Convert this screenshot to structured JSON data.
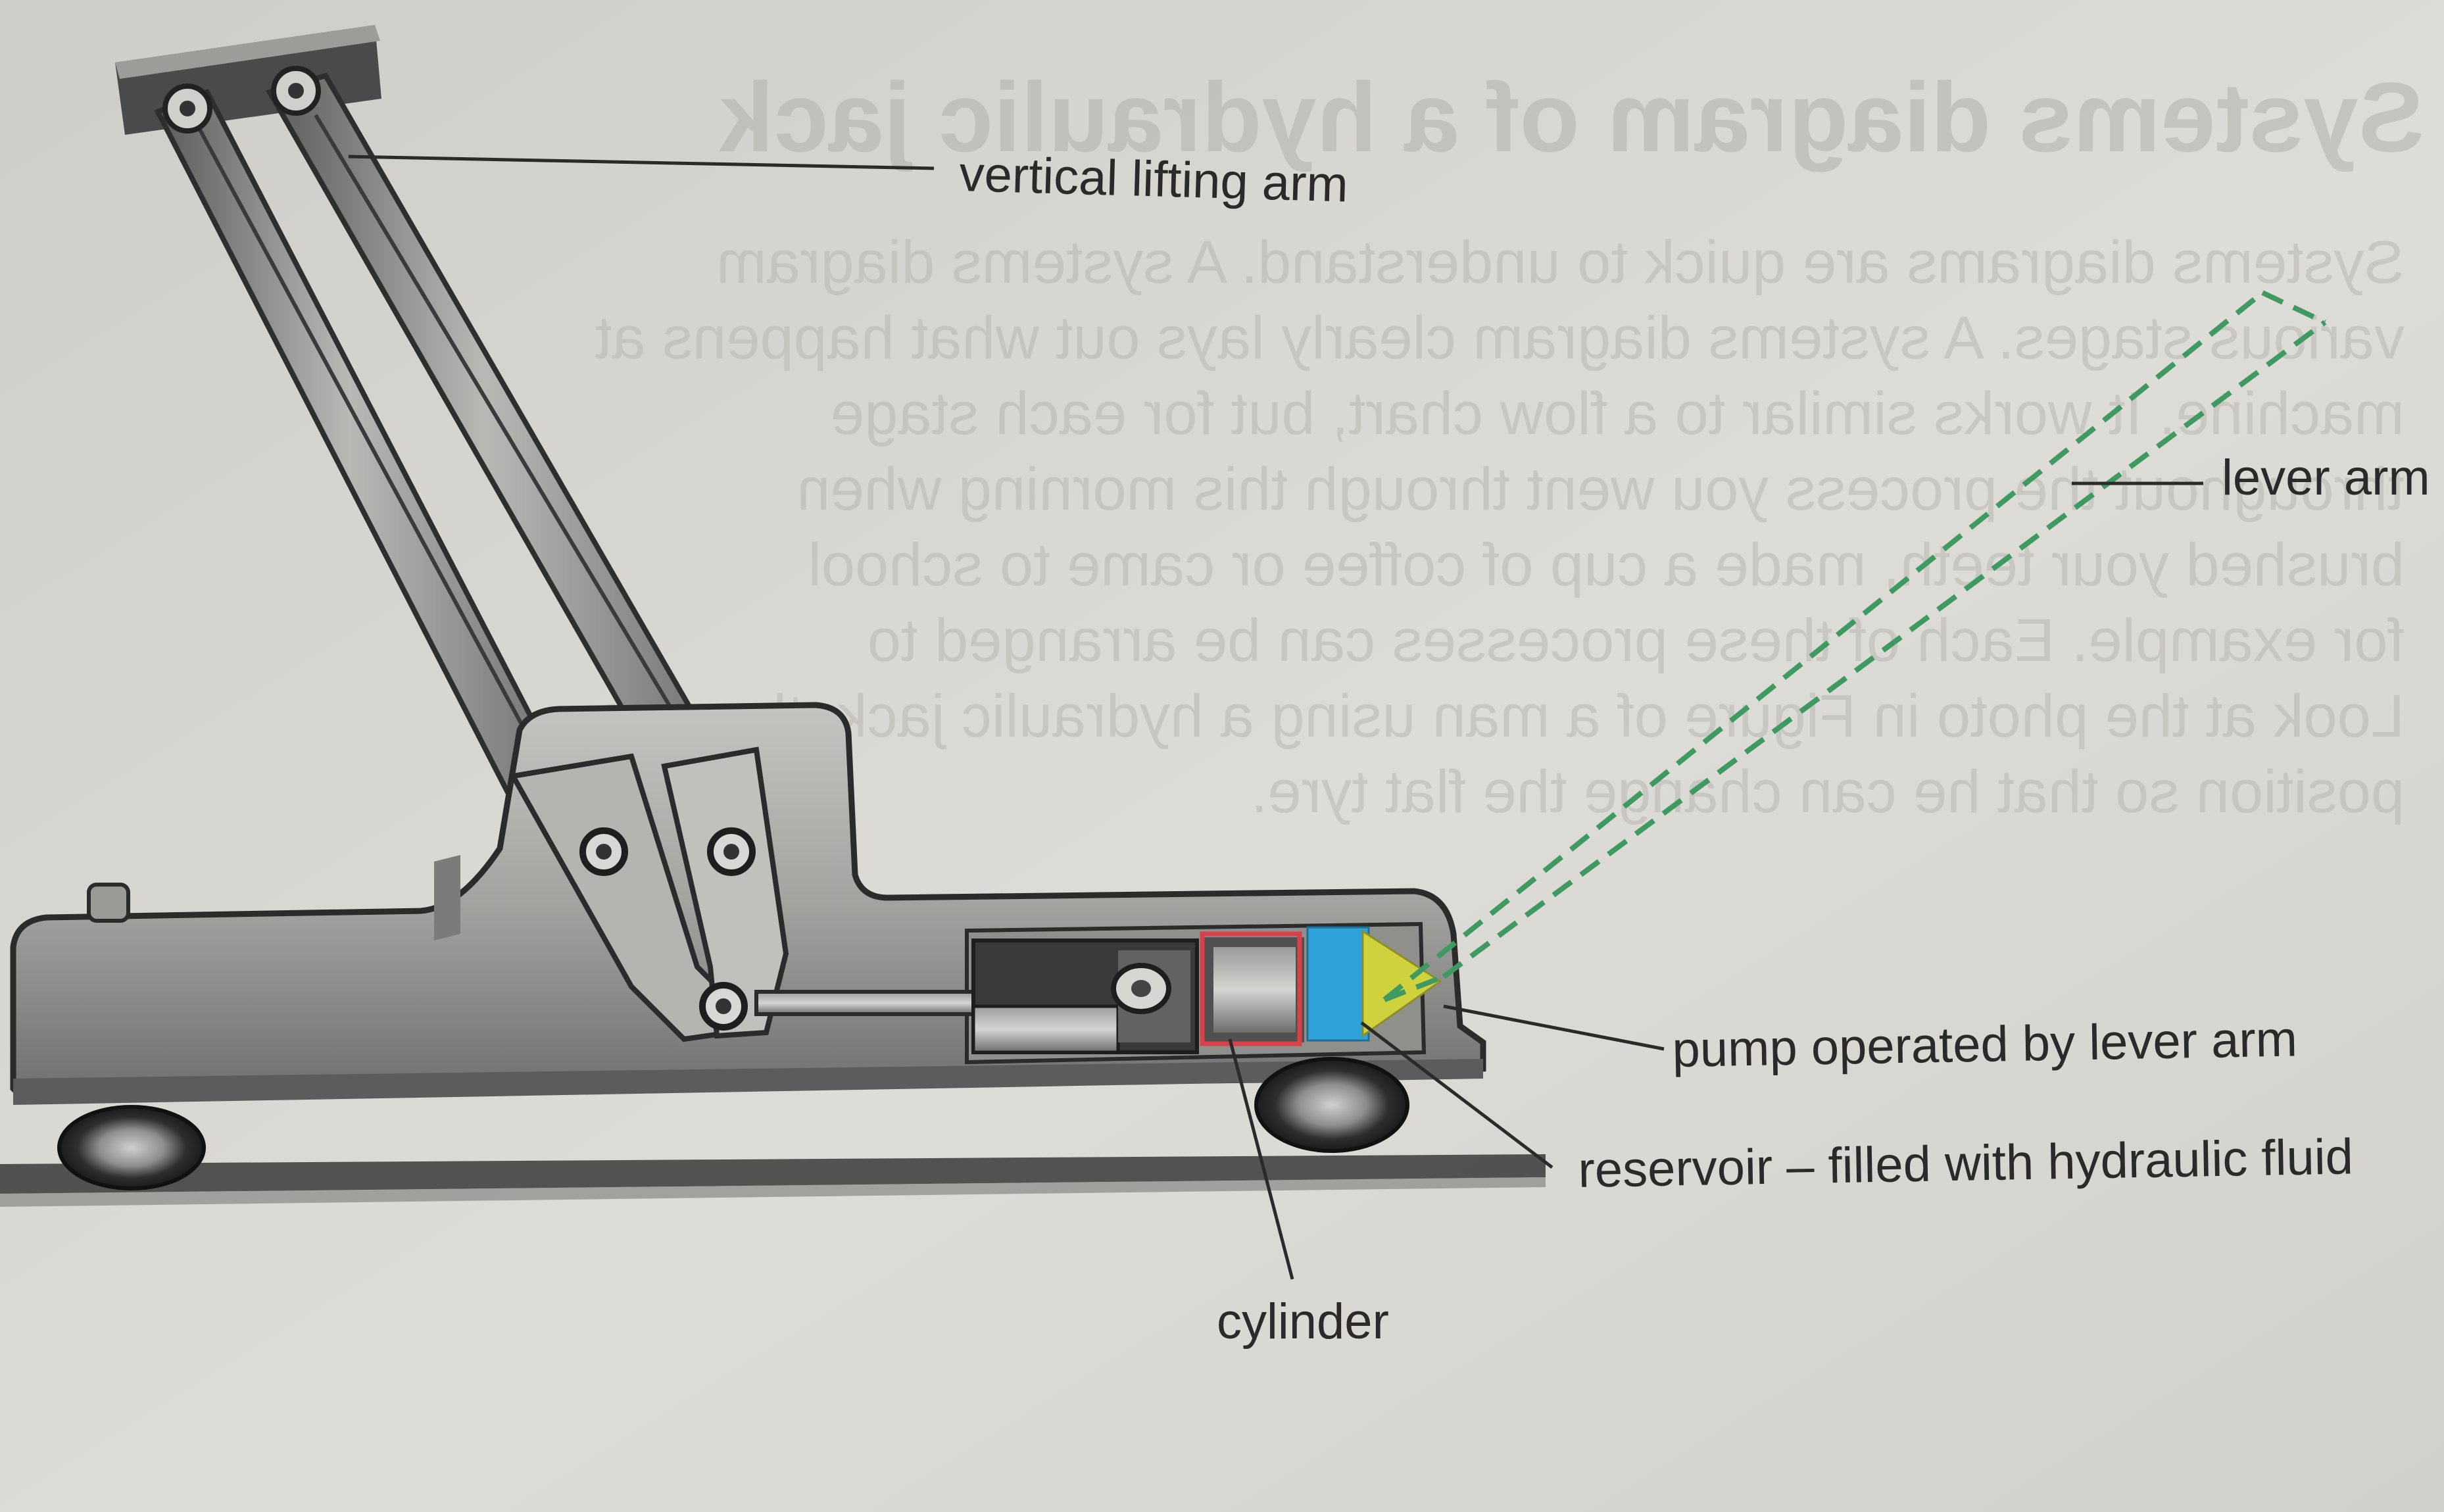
{
  "labels": {
    "vertical_lifting_arm": "vertical lifting arm",
    "lever_arm": "lever arm",
    "pump": "pump operated by lever arm",
    "reservoir": "reservoir – filled with hydraulic fluid",
    "cylinder": "cylinder"
  },
  "colors": {
    "page_background": "#d8d6d1",
    "jack_body": "#a9a9a6",
    "leader_line": "#2a2a2a",
    "lever_arm_dashes": "#3f9a62",
    "cylinder_outline": "#d9414a",
    "reservoir_fill": "#2fa2da",
    "pump_fill": "#cfd23c"
  },
  "bleed_through": {
    "heading": "Systems diagram of a hydraulic jack",
    "lines": [
      "Systems diagrams are quick to understand. A systems diagram",
      "various stages. A systems diagram clearly lays out what happens at",
      "machine. It works similar to a flow chart, but for each stage",
      "throughout the process you went through this morning when",
      "brushed your teeth, made a cup of coffee or came to school",
      "for example. Each of these processes can be arranged to",
      "Look at the photo in Figure of a man using a hydraulic jack, the arm",
      "position so that he can change the flat tyre."
    ]
  }
}
